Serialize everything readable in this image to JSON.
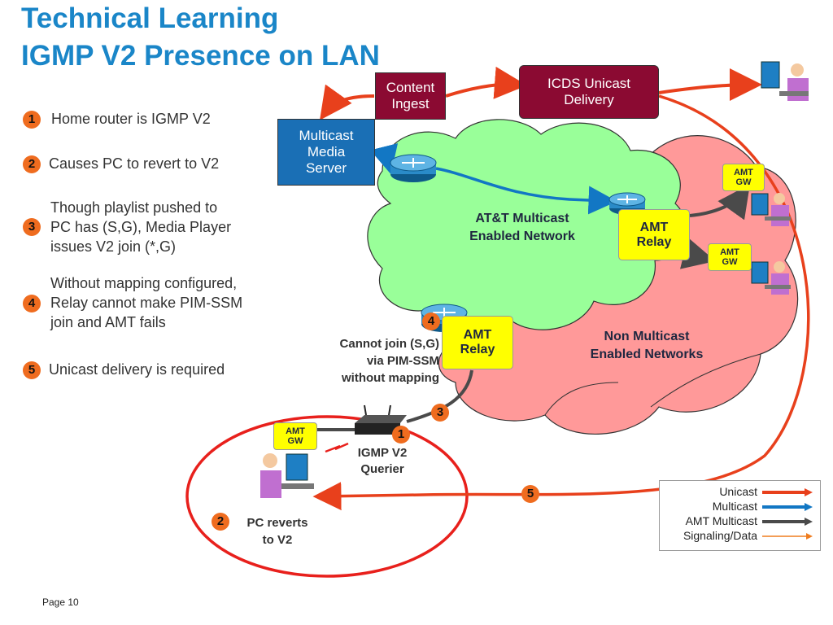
{
  "title": {
    "line1": "Technical Learning",
    "line2": "IGMP V2 Presence on LAN"
  },
  "steps": [
    {
      "num": "1",
      "text": "Home router is IGMP V2"
    },
    {
      "num": "2",
      "text": "Causes PC to revert to V2"
    },
    {
      "num": "3",
      "line1": "Though playlist pushed to",
      "line2": "PC has (S,G), Media Player",
      "line3": "issues V2 join (*,G)"
    },
    {
      "num": "4",
      "line1": "Without mapping configured,",
      "line2": "Relay cannot make PIM-SSM",
      "line3": "join and AMT fails"
    },
    {
      "num": "5",
      "text": "Unicast delivery is required"
    }
  ],
  "boxes": {
    "content_ingest": {
      "line1": "Content",
      "line2": "Ingest"
    },
    "icds": {
      "line1": "ICDS Unicast",
      "line2": "Delivery"
    },
    "media_server": {
      "line1": "Multicast",
      "line2": "Media",
      "line3": "Server"
    },
    "relay1": {
      "line1": "AMT",
      "line2": "Relay"
    },
    "relay2": {
      "line1": "AMT",
      "line2": "Relay"
    },
    "gw1": {
      "line1": "AMT",
      "line2": "GW"
    },
    "gw2": {
      "line1": "AMT",
      "line2": "GW"
    },
    "gw3": {
      "line1": "AMT",
      "line2": "GW"
    }
  },
  "labels": {
    "att_network": {
      "line1": "AT&T Multicast",
      "line2": "Enabled Network"
    },
    "non_multicast": {
      "line1": "Non Multicast",
      "line2": "Enabled Networks"
    },
    "cannot_join": {
      "line1": "Cannot join (S,G)",
      "line2": "via PIM-SSM",
      "line3": "without mapping"
    },
    "igmp_querier": {
      "line1": "IGMP V2",
      "line2": "Querier"
    },
    "pc_reverts": {
      "line1": "PC reverts",
      "line2": "to V2"
    }
  },
  "markers": {
    "m1": "1",
    "m2": "2",
    "m3": "3",
    "m4": "4",
    "m5": "5"
  },
  "legend": {
    "items": [
      {
        "label": "Unicast",
        "color": "#e8401c"
      },
      {
        "label": "Multicast",
        "color": "#1277c4"
      },
      {
        "label": "AMT Multicast",
        "color": "#4a4a4a"
      },
      {
        "label": "Signaling/Data",
        "color": "#ef7d1f"
      }
    ]
  },
  "colors": {
    "title": "#1a86c8",
    "marker": "#ef6c1f",
    "unicast": "#e8401c",
    "multicast": "#1277c4",
    "green_cloud": "#99ff99",
    "red_cloud": "#ff9999",
    "burgundy": "#8b0a32",
    "server_blue": "#1a6fb5",
    "amt_yellow": "#ffff00"
  },
  "footer": {
    "page": "Page 10"
  }
}
